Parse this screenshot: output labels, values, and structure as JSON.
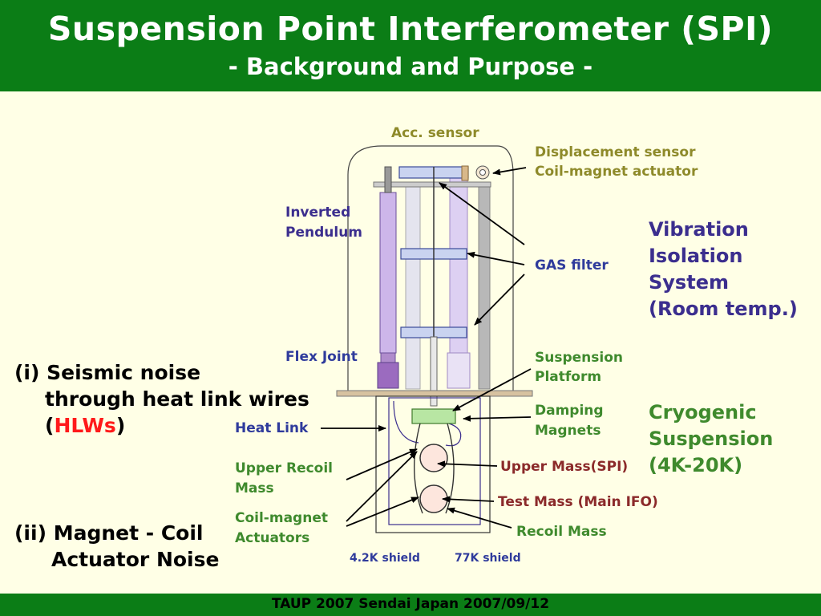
{
  "header": {
    "title": "Suspension Point Interferometer (SPI)",
    "subtitle": "- Background and Purpose -"
  },
  "labels": {
    "acc_sensor": "Acc. sensor",
    "displacement_sensor": "Displacement sensor",
    "coil_magnet_actuator": "Coil-magnet actuator",
    "inverted": "Inverted",
    "pendulum": "Pendulum",
    "gas_filter": "GAS filter",
    "flex_joint": "Flex Joint",
    "suspension": "Suspension",
    "platform": "Platform",
    "damping": "Damping",
    "magnets": "Magnets",
    "heat_link": "Heat Link",
    "upper_recoil": "Upper Recoil",
    "mass": "Mass",
    "coil_magnet": "Coil-magnet",
    "actuators": "Actuators",
    "upper_mass_spi": "Upper Mass(SPI)",
    "test_mass": "Test Mass (Main IFO)",
    "recoil_mass": "Recoil Mass",
    "shield_4k": "4.2K shield",
    "shield_77k": "77K shield"
  },
  "systems": {
    "vibration": [
      "Vibration",
      "Isolation",
      "System",
      "(Room temp.)"
    ],
    "cryogenic": [
      "Cryogenic",
      "Suspension",
      "(4K-20K)"
    ]
  },
  "noise": {
    "item1_line1": "(i) Seismic noise",
    "item1_line2": "through heat link wires",
    "item1_open": "(",
    "item1_hlw": "HLWs",
    "item1_close": ")",
    "item2_line1": "(ii) Magnet - Coil",
    "item2_line2": "Actuator Noise"
  },
  "footer": {
    "text": "TAUP 2007 Sendai Japan 2007/09/12"
  },
  "colors": {
    "header_green": "#0b7d16",
    "background": "#ffffe6",
    "hlw_red": "#ff1a1a"
  }
}
